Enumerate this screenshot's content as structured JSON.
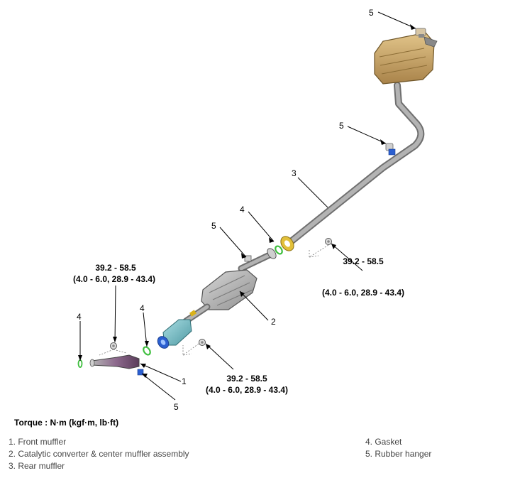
{
  "callouts": {
    "c1": "1",
    "c2": "2",
    "c3": "3",
    "c4_upper": "4",
    "c4_mid": "4",
    "c4_left": "4",
    "c5_top": "5",
    "c5_mid": "5",
    "c5_center": "5",
    "c5_bottom": "5"
  },
  "torques": [
    {
      "line1": "39.2 - 58.5",
      "line2": "(4.0 - 6.0, 28.9 - 43.4)"
    },
    {
      "line1": "39.2 - 58.5",
      "line2": "(4.0 - 6.0, 28.9 - 43.4)"
    },
    {
      "line1": "39.2 - 58.5",
      "line2": "(4.0 - 6.0, 28.9 - 43.4)"
    }
  ],
  "torque_title": "Torque : N·m (kgf·m, lb·ft)",
  "legend": {
    "left": [
      "1. Front muffler",
      "2. Catalytic converter & center muffler assembly",
      "3. Rear muffler"
    ],
    "right": [
      "4. Gasket",
      "5. Rubber hanger"
    ]
  },
  "colors": {
    "pipe": "#9a9a9a",
    "rear_muffler": "#c8a66a",
    "center_muffler": "#b9b9b9",
    "catalytic": "#7fc1c9",
    "gasket_green": "#3fbf3f",
    "hanger_blue": "#2b5fd0",
    "flange_yellow": "#d9b21a",
    "front_muffler": "#8a5f8a"
  }
}
